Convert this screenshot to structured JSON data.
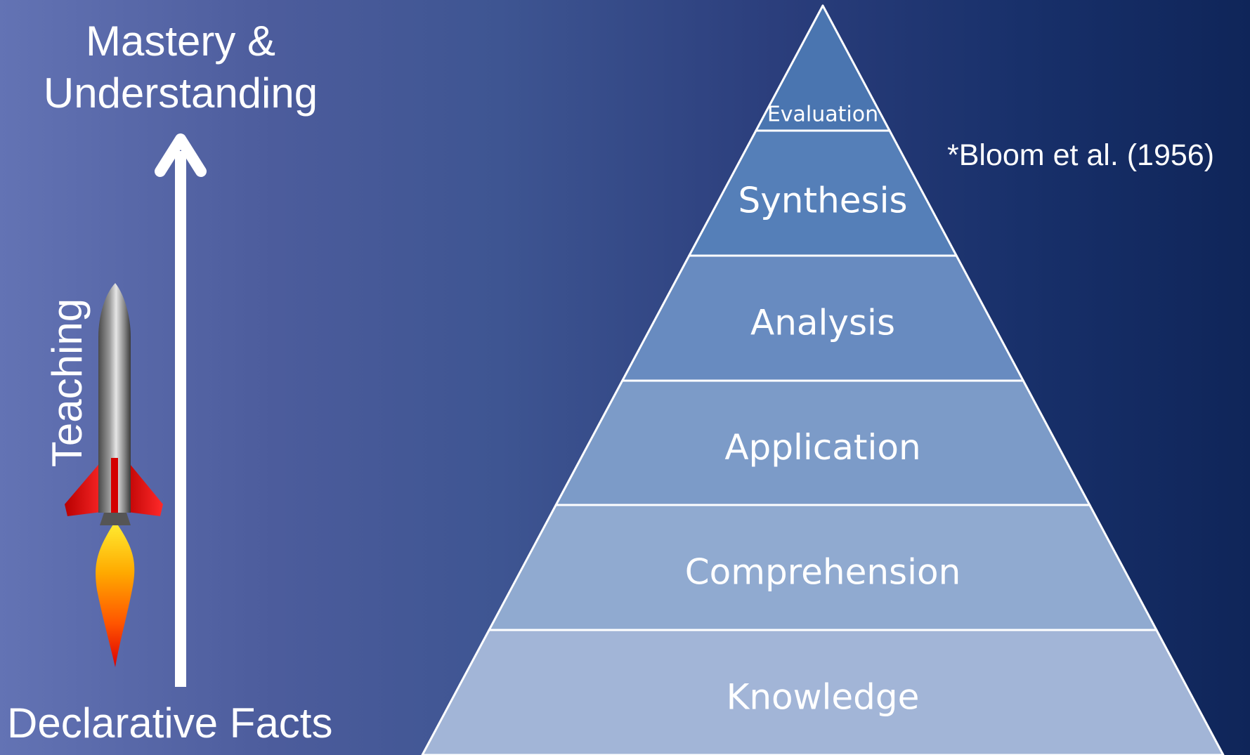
{
  "progress_axis": {
    "top_label_lines": [
      "Mastery &",
      "Understanding"
    ],
    "bottom_label": "Declarative Facts",
    "side_label": "Teaching"
  },
  "citation": "*Bloom et al. (1956)",
  "pyramid": {
    "tiers": [
      {
        "label": "Evaluation",
        "color": "#4a75b0"
      },
      {
        "label": "Synthesis",
        "color": "#557fb8"
      },
      {
        "label": "Analysis",
        "color": "#688bc0"
      },
      {
        "label": "Application",
        "color": "#7c9bc8"
      },
      {
        "label": "Comprehension",
        "color": "#90aad0"
      },
      {
        "label": "Knowledge",
        "color": "#a2b5d7"
      }
    ],
    "outline_color": "#ffffff"
  },
  "icons": [
    "up-arrow-icon",
    "rocket-icon"
  ],
  "colors": {
    "background_left": "#6373b4",
    "background_right": "#0f2559",
    "rocket_fin": "#e01010",
    "flame": "#ff9900"
  }
}
